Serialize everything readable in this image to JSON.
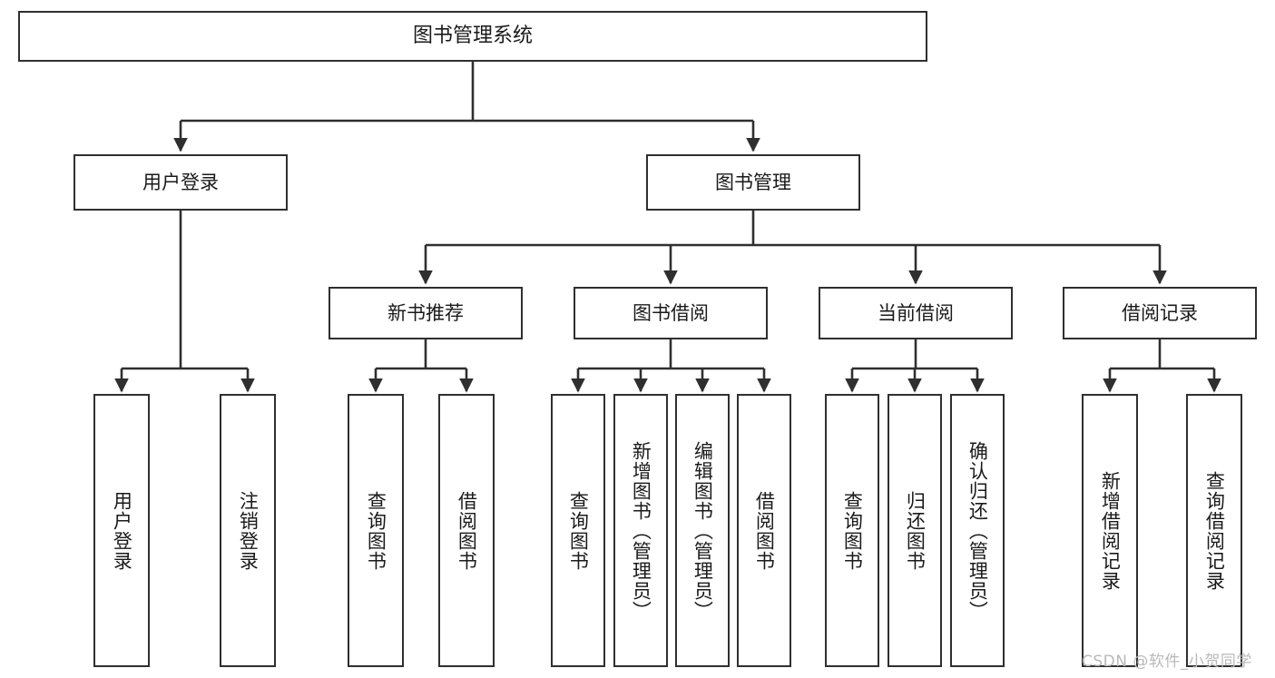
{
  "diagram": {
    "title": "图书管理系统",
    "type": "tree-hierarchy",
    "orientation": "top-down",
    "colors": {
      "box_border": "#2f2f2f",
      "box_fill": "#ffffff",
      "connector": "#2f2f2f",
      "background": "#ffffff",
      "watermark": "#b9b9b9"
    },
    "levels": {
      "root": {
        "label": "图书管理系统"
      },
      "level2": [
        {
          "id": "user-login",
          "label": "用户登录"
        },
        {
          "id": "book-management",
          "label": "图书管理"
        }
      ],
      "level3": [
        {
          "id": "new-book-recommend",
          "label": "新书推荐",
          "parent": "book-management"
        },
        {
          "id": "book-borrow",
          "label": "图书借阅",
          "parent": "book-management"
        },
        {
          "id": "current-borrow",
          "label": "当前借阅",
          "parent": "book-management"
        },
        {
          "id": "borrow-record",
          "label": "借阅记录",
          "parent": "book-management"
        }
      ],
      "leaves": [
        {
          "id": "leaf-user-login",
          "label": "用户登录",
          "parent": "user-login"
        },
        {
          "id": "leaf-logout-login",
          "label": "注销登录",
          "parent": "user-login"
        },
        {
          "id": "leaf-query-book-1",
          "label": "查询图书",
          "parent": "new-book-recommend"
        },
        {
          "id": "leaf-borrow-book-1",
          "label": "借阅图书",
          "parent": "new-book-recommend"
        },
        {
          "id": "leaf-query-book-2",
          "label": "查询图书",
          "parent": "book-borrow"
        },
        {
          "id": "leaf-add-book",
          "label": "新增图书（管理员）",
          "parent": "book-borrow"
        },
        {
          "id": "leaf-edit-book",
          "label": "编辑图书（管理员）",
          "parent": "book-borrow"
        },
        {
          "id": "leaf-borrow-book-2",
          "label": "借阅图书",
          "parent": "book-borrow"
        },
        {
          "id": "leaf-query-book-3",
          "label": "查询图书",
          "parent": "current-borrow"
        },
        {
          "id": "leaf-return-book",
          "label": "归还图书",
          "parent": "current-borrow"
        },
        {
          "id": "leaf-confirm-return",
          "label": "确认归还（管理员）",
          "parent": "current-borrow"
        },
        {
          "id": "leaf-add-record",
          "label": "新增借阅记录",
          "parent": "borrow-record"
        },
        {
          "id": "leaf-query-record",
          "label": "查询借阅记录",
          "parent": "borrow-record"
        }
      ]
    },
    "watermark": "CSDN @软件_小贺同学"
  }
}
